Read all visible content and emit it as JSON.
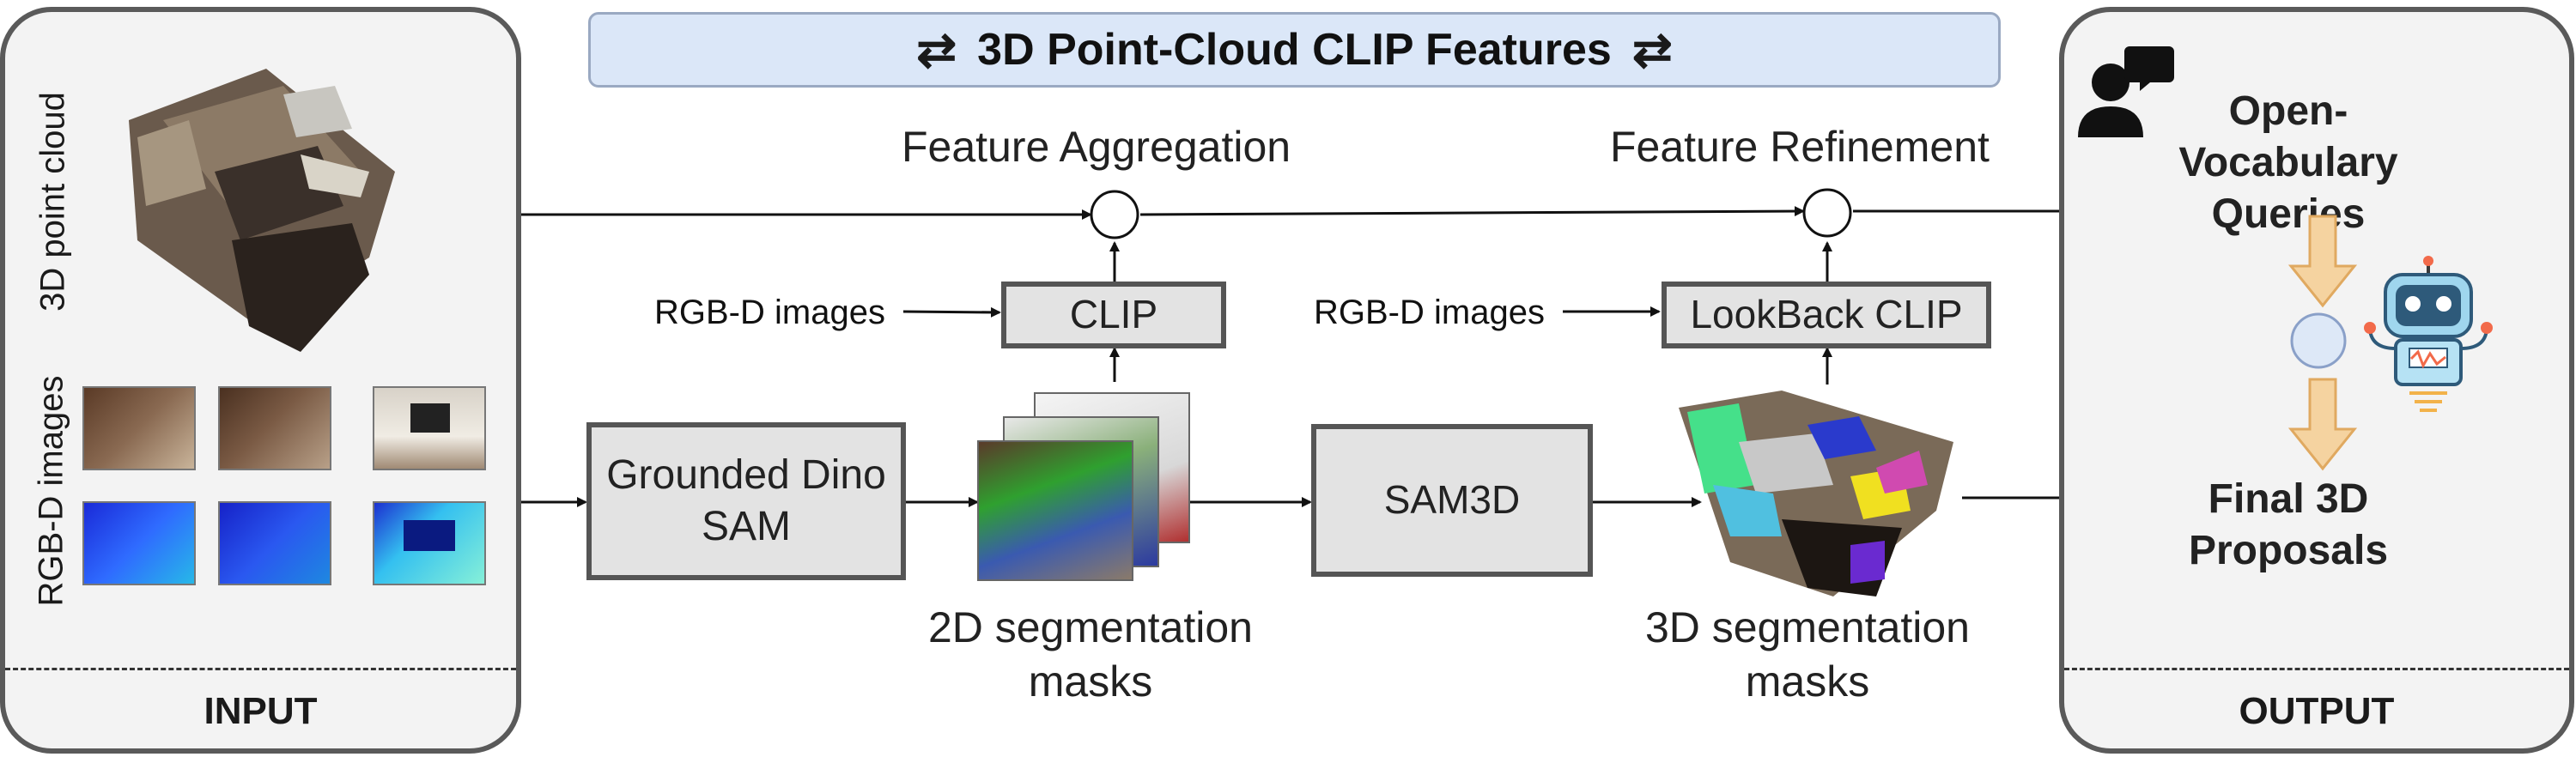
{
  "banner": {
    "title": "3D Point-Cloud CLIP Features",
    "icon": "sync-arrows-icon"
  },
  "input_panel": {
    "label": "INPUT",
    "point_cloud_label": "3D point cloud",
    "rgbd_label": "RGB-D images"
  },
  "output_panel": {
    "label": "OUTPUT",
    "queries": "Open-Vocabulary Queries",
    "final": "Final 3D Proposals"
  },
  "pipeline": {
    "feature_aggregation": "Feature Aggregation",
    "feature_refinement": "Feature Refinement",
    "rgbd_in_1": "RGB-D images",
    "rgbd_in_2": "RGB-D images",
    "clip": "CLIP",
    "lookback_clip": "LookBack CLIP",
    "grounded_dino_sam": "Grounded Dino SAM",
    "sam3d": "SAM3D",
    "masks_2d": "2D segmentation masks",
    "masks_3d": "3D segmentation masks"
  },
  "colors": {
    "banner_bg": "#dbe7f8",
    "box_fill": "#e3e3e3",
    "panel_fill": "#f3f3f3",
    "arrow_orange": "#f2c98a",
    "merge_node": "#dde8f7"
  }
}
